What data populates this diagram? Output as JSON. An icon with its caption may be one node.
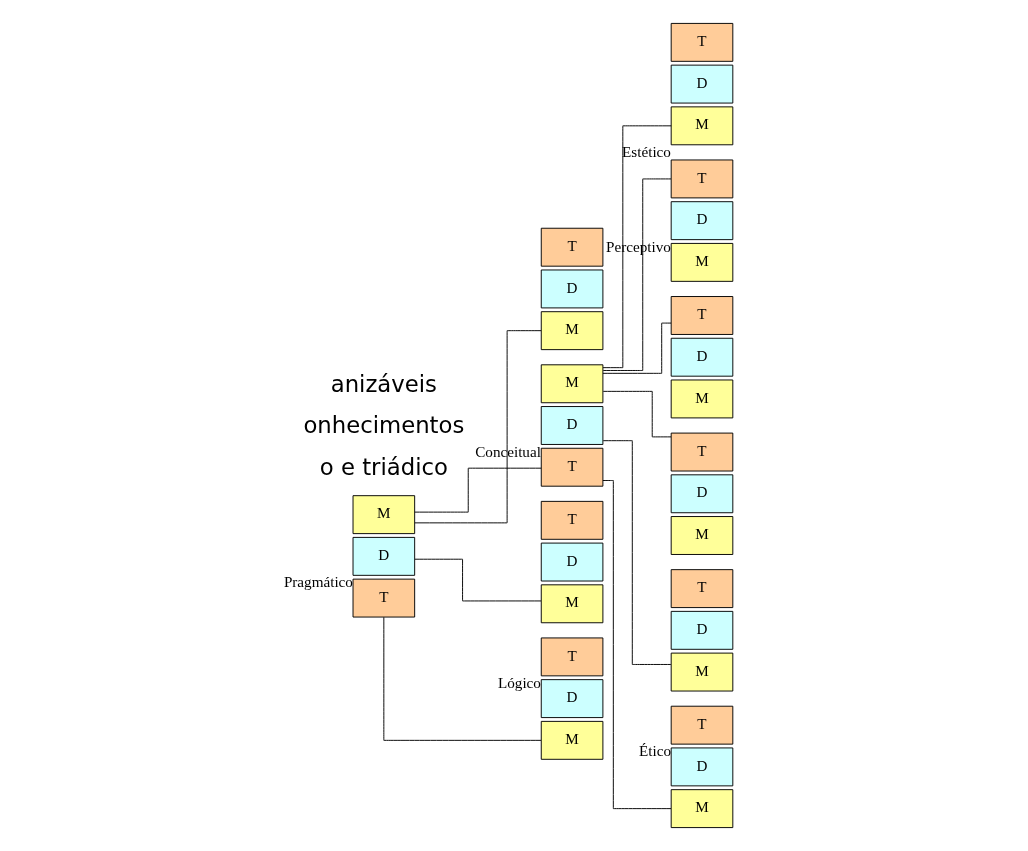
{
  "diagram": {
    "nodes": [
      {
        "text": [
          "T"
        ],
        "beside": [
          "Lógico"
        ]
      },
      {
        "text": [
          "D"
        ]
      },
      {
        "text": [
          "M"
        ]
      },
      {
        "text": [
          "T"
        ]
      },
      {
        "text": [
          "D"
        ]
      },
      {
        "text": [
          "M"
        ]
      },
      {
        "text": [
          "T"
        ]
      },
      {
        "text": [
          "D"
        ],
        "beside": [
          "Pragmático"
        ]
      },
      {
        "text": [
          "M"
        ]
      },
      {
        "text": [
          "T"
        ]
      },
      {
        "text": [
          "D"
        ]
      },
      {
        "text": [
          "M"
        ]
      },
      {
        "text": [
          "T"
        ],
        "beside": [
          "Ético"
        ]
      },
      {
        "text": [
          "D"
        ]
      },
      {
        "text": [
          "M"
        ]
      },
      {
        "text": [
          "T"
        ]
      },
      {
        "text": [
          "D"
        ]
      },
      {
        "text": [
          "M"
        ]
      },
      {
        "text": [
          "T"
        ]
      },
      {
        "text": [
          "D"
        ],
        "beside": [
          "Conceitual"
        ]
      },
      {
        "text": [
          "M"
        ]
      },
      {
        "text": [
          "T"
        ]
      },
      {
        "text": [
          "D"
        ]
      },
      {
        "text": [
          "M"
        ],
        "beside": [
          "Estético"
        ]
      },
      {
        "text": [
          "T"
        ]
      },
      {
        "text": [
          "D"
        ],
        "beside": [
          "Perceptivo"
        ]
      },
      {
        "text": [
          "M"
        ]
      },
      {
        "text": [
          "T"
        ]
      },
      {
        "text": [
          "D"
        ]
      },
      {
        "text": [
          "M"
        ]
      },
      {
        "text": [
          "T"
        ]
      },
      {
        "text": [
          "D"
        ]
      },
      {
        "text": [
          "M"
        ]
      }
    ],
    "edges": [
      {
        "from": 6,
        "to": 2,
        "arrow": "none"
      },
      {
        "from": 7,
        "to": 5,
        "arrow": "none"
      },
      {
        "from": 8,
        "to": 11,
        "arrow": "none"
      },
      {
        "from": 8,
        "to": 18,
        "arrow": "none"
      },
      {
        "from": 18,
        "to": 14,
        "arrow": "none"
      },
      {
        "from": 19,
        "to": 17,
        "arrow": "none"
      },
      {
        "from": 20,
        "to": 23,
        "arrow": "none"
      },
      {
        "from": 20,
        "to": 24,
        "arrow": "none"
      },
      {
        "from": 20,
        "to": 27,
        "arrow": "none"
      },
      {
        "from": 20,
        "to": 30,
        "arrow": "none"
      }
    ],
    "labels": [
      "anizáveis",
      "onhecimentos",
      "o e triádico"
    ]
  }
}
